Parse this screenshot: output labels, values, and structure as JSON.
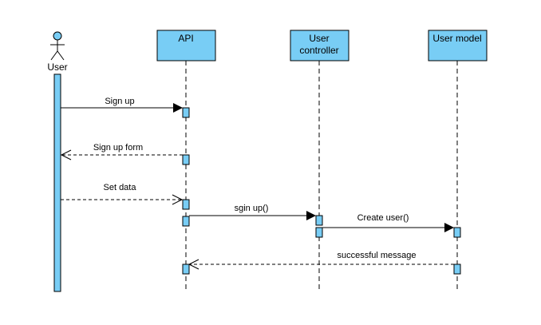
{
  "diagram": {
    "actor": {
      "label": "User"
    },
    "participants": [
      {
        "label_lines": [
          "API"
        ]
      },
      {
        "label_lines": [
          "User",
          "controller"
        ]
      },
      {
        "label_lines": [
          "User model"
        ]
      }
    ],
    "messages": [
      {
        "label": "Sign up",
        "style": "sync"
      },
      {
        "label": "Sign up form",
        "style": "return"
      },
      {
        "label": "Set data",
        "style": "async-dashed"
      },
      {
        "label": "sgin up()",
        "style": "sync"
      },
      {
        "label": "Create user()",
        "style": "sync"
      },
      {
        "label": "successful message",
        "style": "return"
      }
    ],
    "colors": {
      "box_fill": "#78cdf5",
      "line": "#000000"
    }
  }
}
